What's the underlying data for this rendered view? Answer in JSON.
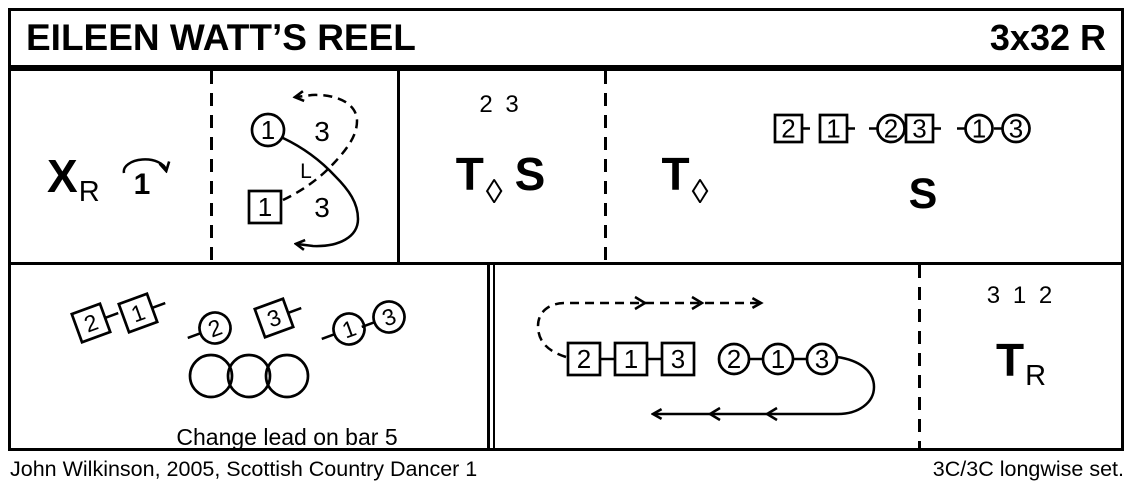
{
  "title": {
    "name": "EILEEN WATT’S REEL",
    "code": "3x32 R"
  },
  "row1": {
    "cross": {
      "symbol": "X",
      "hand": "R",
      "bar": "1"
    },
    "cast": {
      "circle_label": "1",
      "square_label": "1",
      "top_three": "3",
      "bottom_three": "3",
      "hand": "L"
    },
    "turn_set": {
      "couples": "2 3",
      "turn": "T",
      "turn_hand": "◊",
      "set": "S"
    },
    "turn_both": {
      "turn": "T",
      "turn_hand": "◊"
    },
    "lineup": {
      "items": [
        {
          "shape": "square",
          "label": "2",
          "bar": "right"
        },
        {
          "shape": "square",
          "label": "1",
          "bar": "right"
        },
        {
          "shape": "circle",
          "label": "2",
          "bar": "left"
        },
        {
          "shape": "square",
          "label": "3",
          "bar": "right"
        },
        {
          "shape": "circle",
          "label": "1",
          "bar": "left"
        },
        {
          "shape": "circle",
          "label": "3",
          "bar": "left"
        }
      ],
      "set": "S"
    }
  },
  "row2": {
    "promenade": {
      "items": [
        {
          "shape": "square",
          "label": "2",
          "bar": "right"
        },
        {
          "shape": "square",
          "label": "1",
          "bar": "right"
        },
        {
          "shape": "circle",
          "label": "2",
          "bar": "left"
        },
        {
          "shape": "square",
          "label": "3",
          "bar": "right"
        },
        {
          "shape": "circle",
          "label": "1",
          "bar": "left"
        },
        {
          "shape": "circle",
          "label": "3",
          "bar": "left"
        }
      ],
      "note": "Change lead on bar 5"
    },
    "chase": {
      "squares": [
        "2",
        "1",
        "3"
      ],
      "circles": [
        "2",
        "1",
        "3"
      ]
    },
    "finish": {
      "order": "3 1 2",
      "turn": "T",
      "turn_hand": "R"
    }
  },
  "footer": {
    "credit": "John Wilkinson, 2005, Scottish Country Dancer 1",
    "set_type": "3C/3C longwise set."
  },
  "colors": {
    "ink": "#000000",
    "paper": "#ffffff"
  }
}
